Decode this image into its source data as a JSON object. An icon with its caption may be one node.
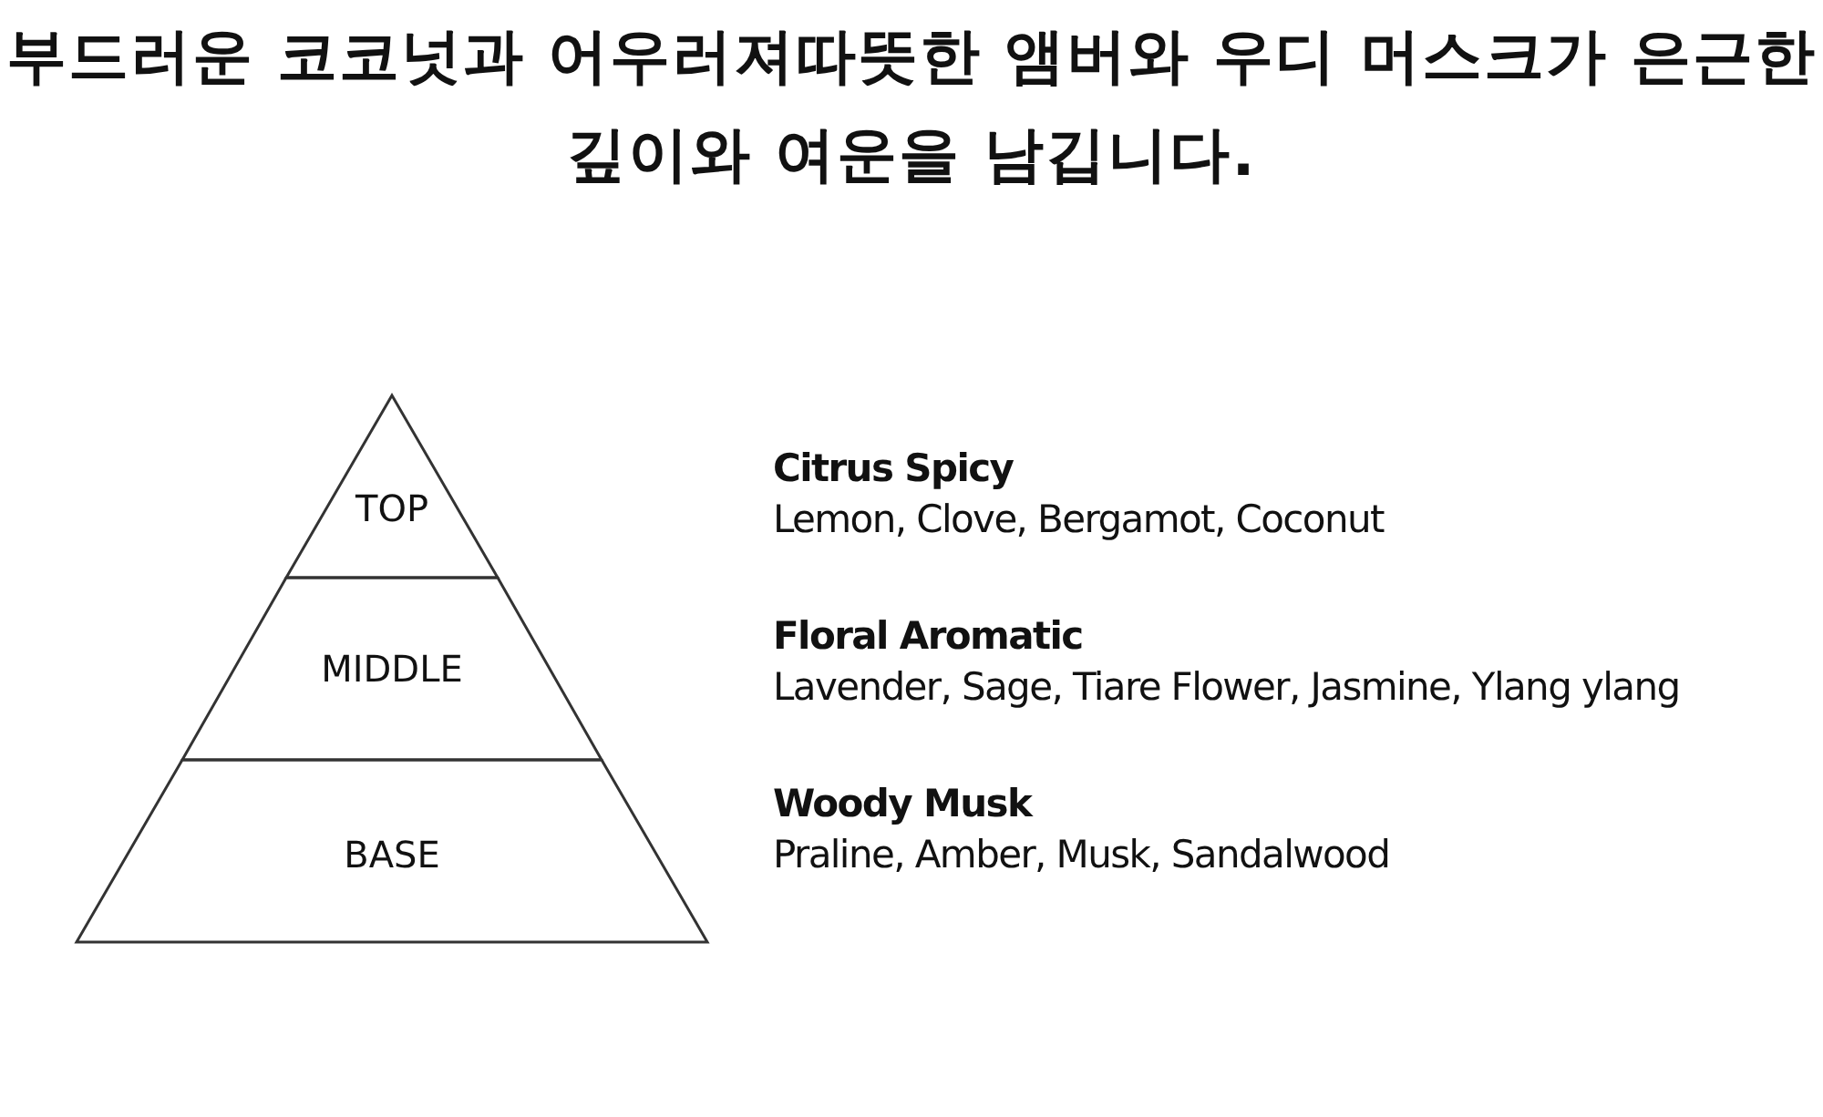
{
  "diagram": {
    "title": "부드러운 코코넛과 어우러져따뜻한 앰버와 우디 머스크가 은근한 깊이와 여운을 남깁니다.",
    "nodes": [
      {
        "text": [
          "TOP"
        ],
        "beside": [
          "Citrus Spicy",
          "Lemon, Clove, Bergamot, Coconut"
        ]
      },
      {
        "text": [
          "MIDDLE"
        ],
        "beside": [
          "Floral Aromatic",
          "Lavender, Sage, Tiare Flower, Jasmine, Ylang ylang"
        ]
      },
      {
        "text": [
          "BASE"
        ],
        "beside": [
          "Woody Musk",
          "Praline, Amber, Musk, Sandalwood"
        ]
      }
    ],
    "edges": []
  }
}
